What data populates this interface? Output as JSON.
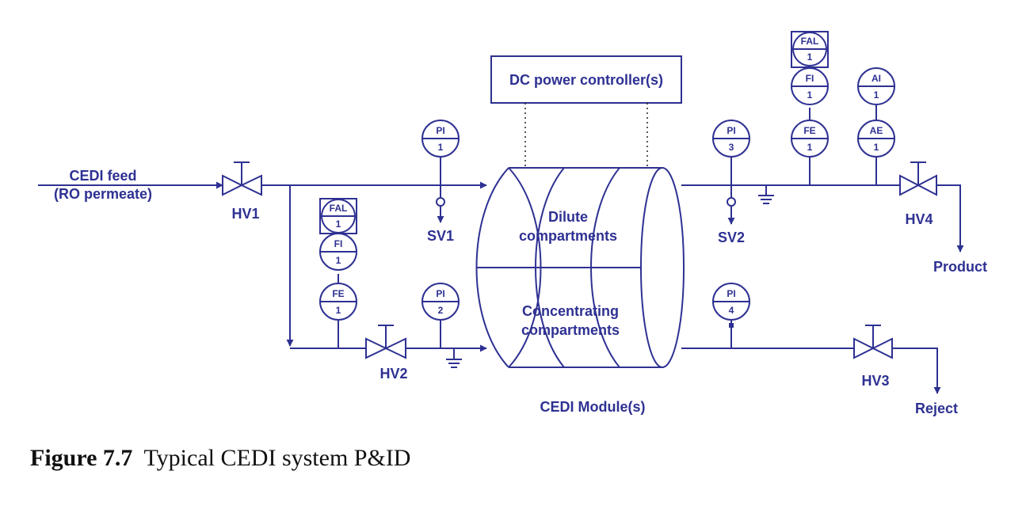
{
  "colors": {
    "ink": "#2e3192",
    "caption": "#111111"
  },
  "labels": {
    "feed_1": "CEDI feed",
    "feed_2": "(RO permeate)",
    "controller": "DC power controller(s)",
    "dilute_1": "Dilute",
    "dilute_2": "compartments",
    "conc_1": "Concentrating",
    "conc_2": "compartments",
    "module": "CEDI Module(s)",
    "product": "Product",
    "reject": "Reject"
  },
  "valves": {
    "hv1": "HV1",
    "hv2": "HV2",
    "hv3": "HV3",
    "hv4": "HV4",
    "sv1": "SV1",
    "sv2": "SV2"
  },
  "instruments": {
    "pi1": {
      "tag": "PI",
      "num": "1"
    },
    "pi2": {
      "tag": "PI",
      "num": "2"
    },
    "pi3": {
      "tag": "PI",
      "num": "3"
    },
    "pi4": {
      "tag": "PI",
      "num": "4"
    },
    "fe_conc": {
      "tag": "FE",
      "num": "1"
    },
    "fi_conc": {
      "tag": "FI",
      "num": "1"
    },
    "fal_conc": {
      "tag": "FAL",
      "num": "1"
    },
    "fe_prod": {
      "tag": "FE",
      "num": "1"
    },
    "fi_prod": {
      "tag": "FI",
      "num": "1"
    },
    "fal_prod": {
      "tag": "FAL",
      "num": "1"
    },
    "ae": {
      "tag": "AE",
      "num": "1"
    },
    "ai": {
      "tag": "AI",
      "num": "1"
    }
  },
  "caption": {
    "number": "Figure 7.7",
    "text": "Typical CEDI system P&ID"
  }
}
